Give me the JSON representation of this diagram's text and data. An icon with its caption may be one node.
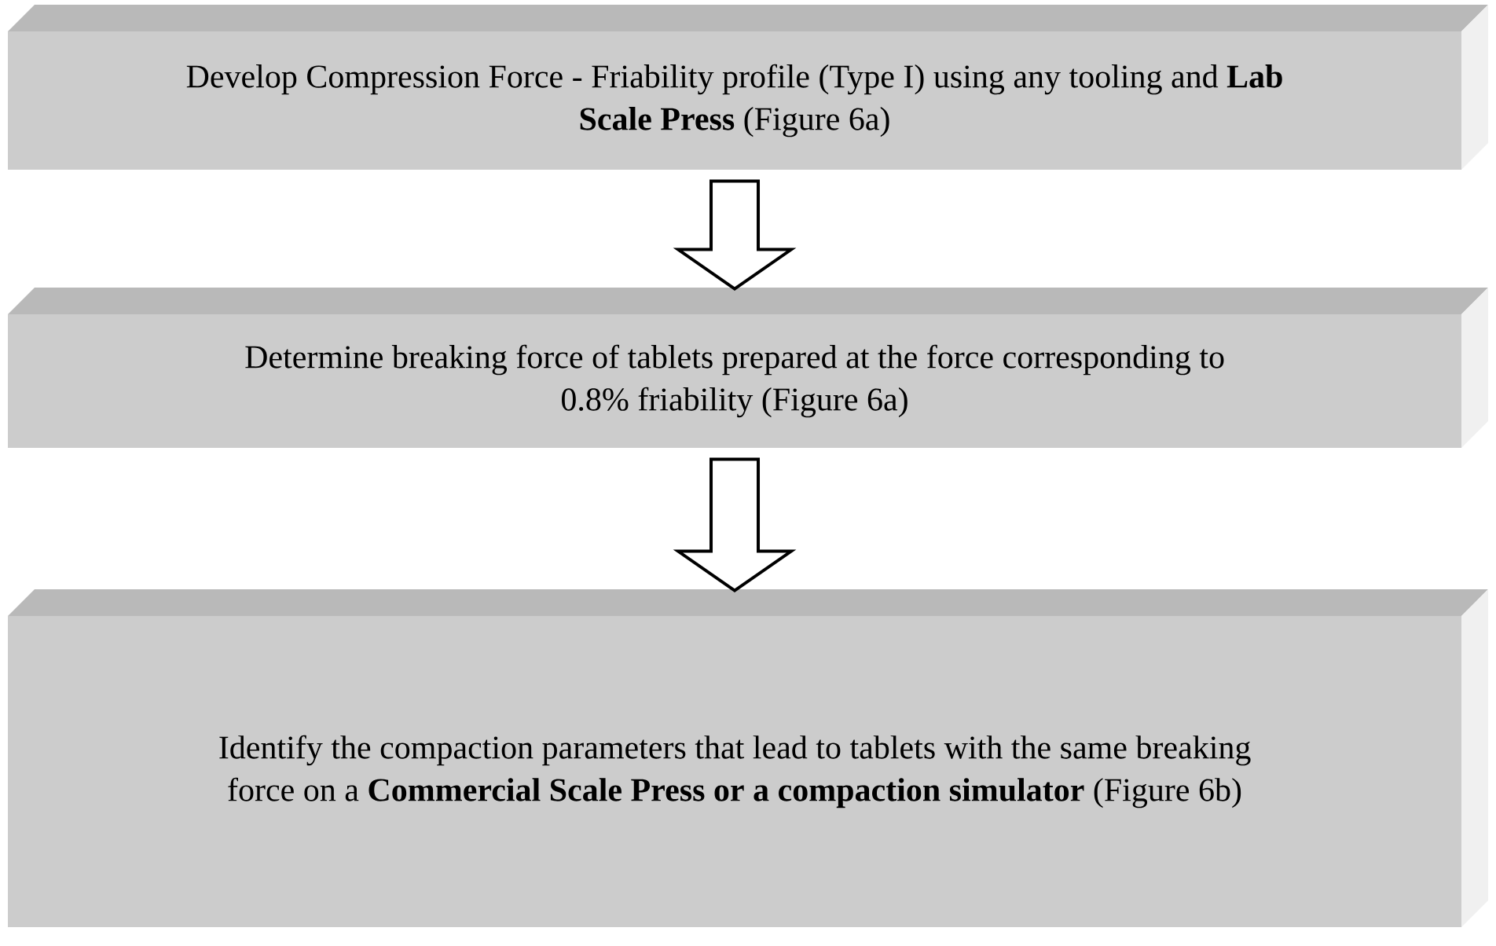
{
  "diagram": {
    "nodes": [
      {
        "text": [
          "Develop Compression Force - Friability profile (Type I) using any tooling and **Lab Scale Press** (Figure 6a)"
        ]
      },
      {
        "text": [
          "Determine breaking force of tablets prepared at the force corresponding to 0.8% friability (Figure 6a)"
        ]
      },
      {
        "text": [
          "Identify the compaction parameters that lead to tablets with the same breaking force on a **Commercial Scale Press or a compaction simulator** (Figure 6b)"
        ]
      }
    ],
    "edges": [
      {
        "from": 0,
        "to": 1,
        "arrow": "to"
      },
      {
        "from": 1,
        "to": 2,
        "arrow": "to"
      }
    ]
  }
}
